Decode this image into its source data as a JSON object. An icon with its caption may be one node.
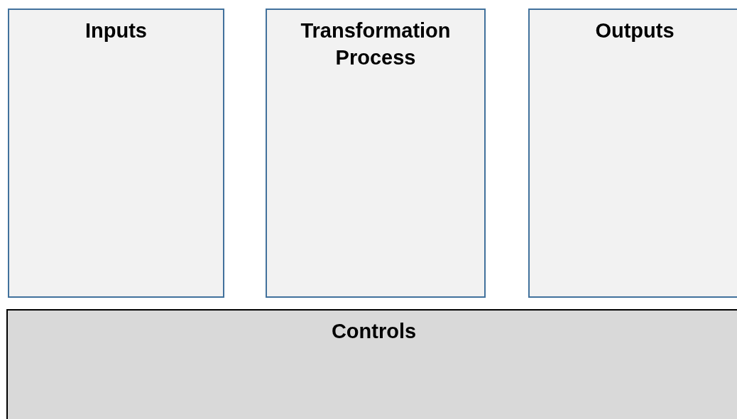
{
  "diagram": {
    "nodes": [
      {
        "text": [
          "Inputs"
        ]
      },
      {
        "text": [
          "Transformation Process"
        ]
      },
      {
        "text": [
          "Outputs"
        ]
      },
      {
        "text": [
          "Controls"
        ]
      }
    ],
    "edges": []
  }
}
